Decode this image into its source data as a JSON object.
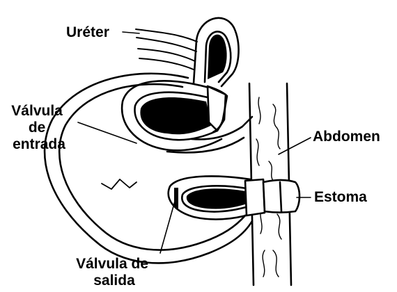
{
  "labels": {
    "ureter": "Uréter",
    "inlet_valve": [
      "Válvula",
      "de",
      "entrada"
    ],
    "abdomen": "Abdomen",
    "stoma": "Estoma",
    "outlet_valve": [
      "Válvula de",
      "salida"
    ]
  },
  "colors": {
    "ink": "#000000",
    "paper": "#ffffff"
  }
}
